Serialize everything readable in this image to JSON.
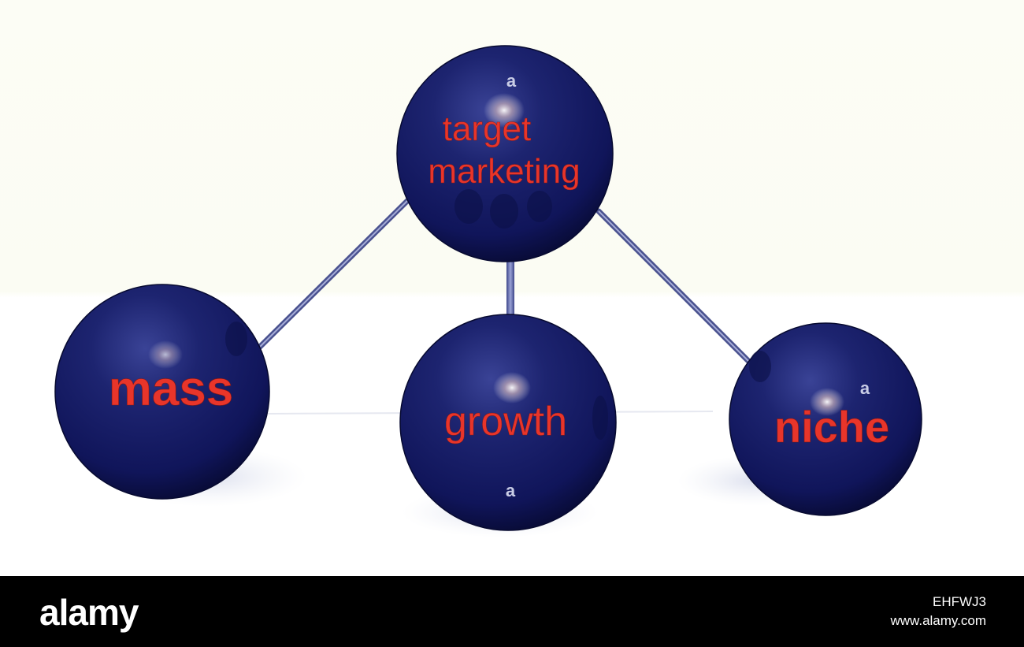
{
  "diagram": {
    "root": {
      "line1": "target",
      "line2": "marketing"
    },
    "children": [
      {
        "label": "mass"
      },
      {
        "label": "growth"
      },
      {
        "label": "niche"
      }
    ],
    "colors": {
      "sphere": "#141a5c",
      "label": "#e8352a",
      "connector": "#6d76b3",
      "background": "#fcfdf5"
    }
  },
  "footer": {
    "logo": "alamy",
    "image_id": "EHFWJ3",
    "url": "www.alamy.com"
  }
}
